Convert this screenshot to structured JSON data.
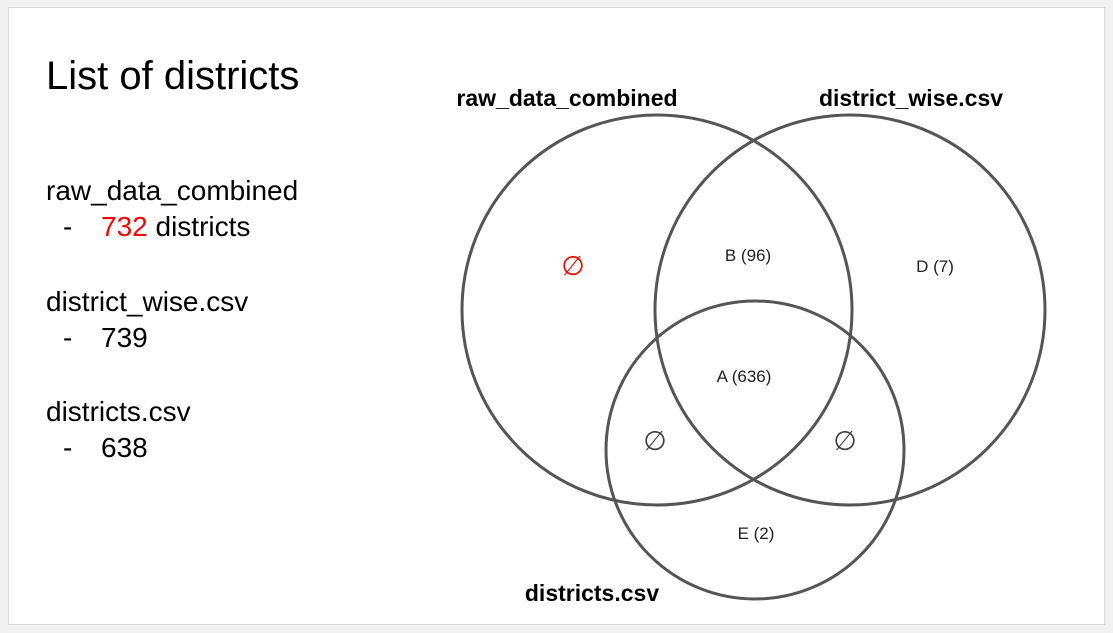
{
  "slide": {
    "title": "List of districts",
    "items": [
      {
        "name": "raw_data_combined",
        "count": "732",
        "suffix": " districts",
        "dash": "-"
      },
      {
        "name": "district_wise.csv",
        "count": "739",
        "suffix": "",
        "dash": "-"
      },
      {
        "name": "districts.csv",
        "count": "638",
        "suffix": "",
        "dash": "-"
      }
    ],
    "highlight_color": "#ff0000"
  },
  "venn": {
    "sets": [
      {
        "label": "raw_data_combined"
      },
      {
        "label": "district_wise.csv"
      },
      {
        "label": "districts.csv"
      }
    ],
    "regions": {
      "raw_only": "∅",
      "raw_and_district_wise": "B (96)",
      "district_wise_only": "D (7)",
      "all_three": "A (636)",
      "raw_and_districts": "∅",
      "district_wise_and_districts": "∅",
      "districts_only": "E (2)"
    },
    "stroke_color": "#555555",
    "empty_highlight_color": "#ff0000"
  }
}
